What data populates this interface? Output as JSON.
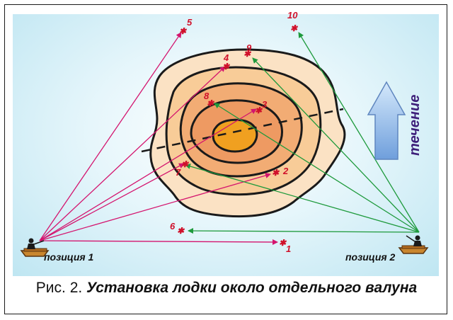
{
  "figure": {
    "caption_prefix": "Рис. 2.",
    "caption_title": "Установка лодки около отдельного валуна"
  },
  "current_label": "течение",
  "positions": [
    {
      "id": "pos1",
      "label": "позиция 1"
    },
    {
      "id": "pos2",
      "label": "позиция 2"
    }
  ],
  "points": [
    {
      "id": "p1",
      "label": "1"
    },
    {
      "id": "p2",
      "label": "2"
    },
    {
      "id": "p3",
      "label": "3"
    },
    {
      "id": "p4",
      "label": "4"
    },
    {
      "id": "p5",
      "label": "5"
    },
    {
      "id": "p6",
      "label": "6"
    },
    {
      "id": "p7",
      "label": "7"
    },
    {
      "id": "p8",
      "label": "8"
    },
    {
      "id": "p9",
      "label": "9"
    },
    {
      "id": "p10",
      "label": "10"
    }
  ],
  "colors": {
    "position1_lines": "#d4146e",
    "position2_lines": "#1e9a3c",
    "point_labels": "#d0102a",
    "arrow_fill": "#7fb0e6",
    "current_text": "#3d1f7a",
    "contour_outer": "#fbe2c4",
    "contour_core": "#f0a020"
  }
}
